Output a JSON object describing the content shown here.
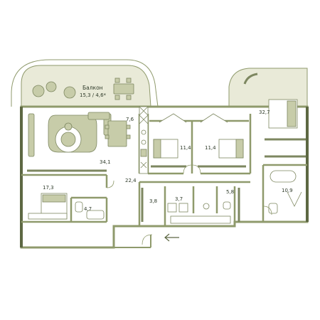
{
  "colors": {
    "wall": "#8f9a6c",
    "wall_dark": "#5d6843",
    "floor": "#ffffff",
    "terrace": "#e9ead8",
    "furniture": "#c7cca9",
    "furniture_line": "#7d8760",
    "text": "#2f3b2a"
  },
  "balcony": {
    "label": "Балкон",
    "area": "15,3 / 4,6*"
  },
  "rooms": {
    "living": "34,1",
    "kitchen_niche": "7,6",
    "hall": "22,4",
    "bedroom_left": "17,3",
    "bath_left": "4,7",
    "bedroom_mid_1": "11,4",
    "bedroom_mid_2": "11,4",
    "master_bedroom": "32,7",
    "master_bath": "10,9",
    "storage_1": "3,8",
    "storage_2": "3,7",
    "wc": "5,8"
  },
  "icons": [
    "entrance-arrow-icon"
  ]
}
